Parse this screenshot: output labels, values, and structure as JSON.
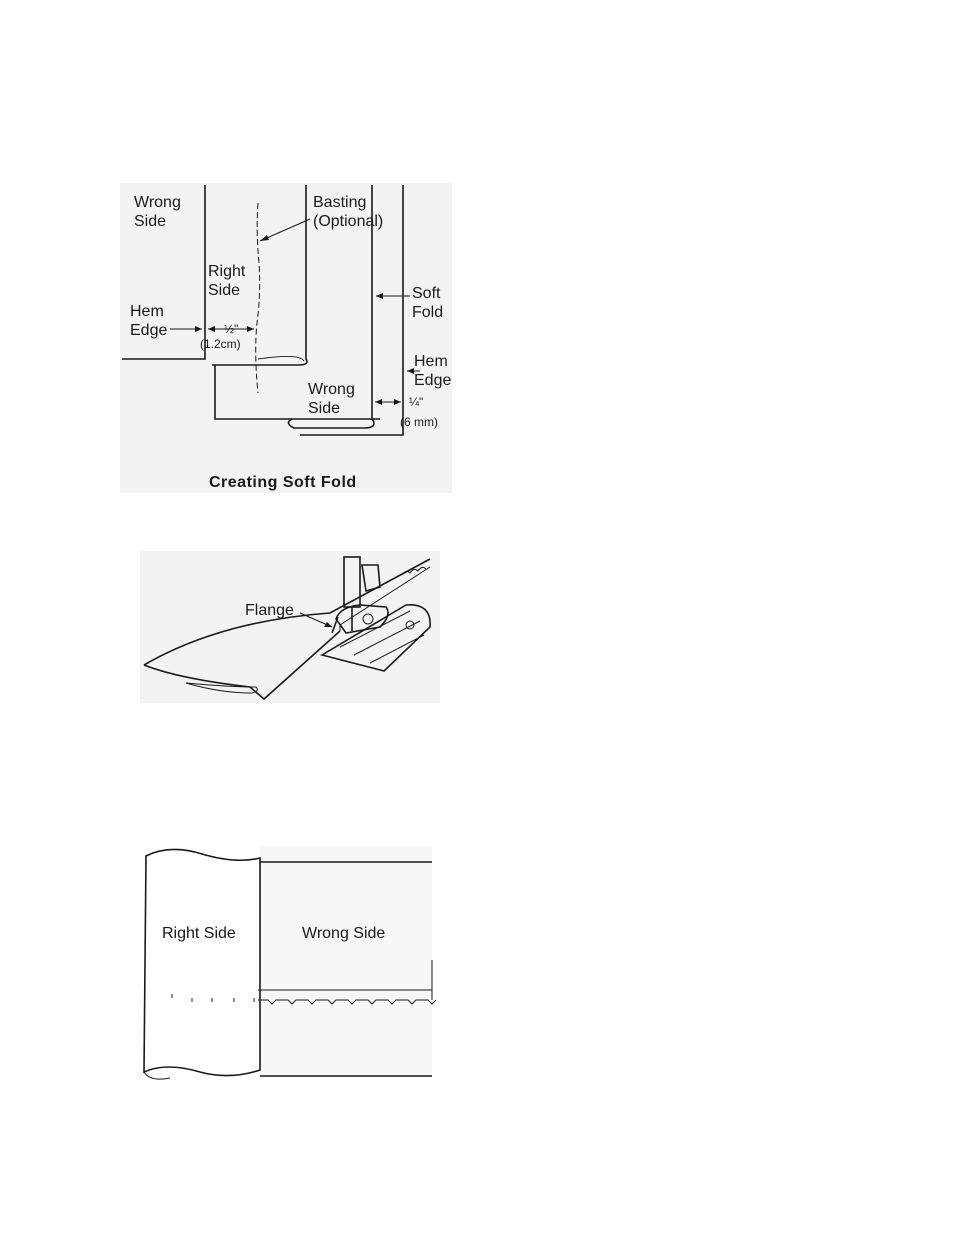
{
  "figure1": {
    "wrong_side_top": [
      "Wrong",
      "Side"
    ],
    "basting": [
      "Basting",
      "(Optional)"
    ],
    "right_side": [
      "Right",
      "Side"
    ],
    "soft_fold": [
      "Soft",
      "Fold"
    ],
    "hem_edge_left": [
      "Hem",
      "Edge"
    ],
    "half_inch": "½\"",
    "half_inch_metric": "(1.2cm)",
    "hem_edge_right": [
      "Hem",
      "Edge"
    ],
    "wrong_side_bottom": [
      "Wrong",
      "Side"
    ],
    "quarter_inch": "¼\"",
    "quarter_inch_metric": "(6 mm)",
    "caption": "Creating Soft Fold"
  },
  "figure2": {
    "flange": "Flange"
  },
  "figure3": {
    "right_side": "Right Side",
    "wrong_side": "Wrong Side"
  },
  "colors": {
    "background": "#ffffff",
    "figure_tint": "#f3f3f3",
    "ink": "#1a1a1a"
  }
}
